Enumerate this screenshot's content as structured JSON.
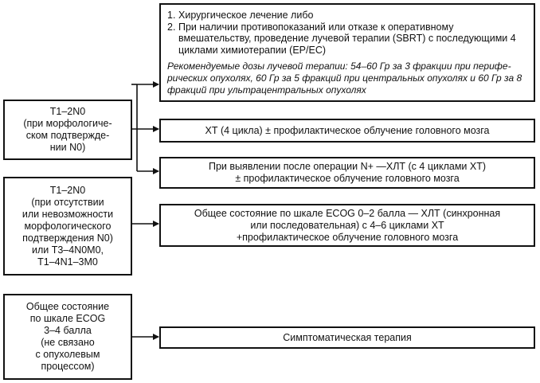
{
  "left_boxes": [
    {
      "id": "t1-2n0-confirmed",
      "lines": [
        "T1–2N0",
        "(при морфологиче-",
        "ском подтвержде-",
        "нии N0)"
      ]
    },
    {
      "id": "t1-2n0-unconfirmed",
      "lines": [
        "T1–2N0",
        "(при отсутствии",
        "или невозможности",
        "морфологического",
        "подтверждения N0)",
        "или T3–4N0M0,",
        "T1–4N1–3M0"
      ]
    },
    {
      "id": "ecog-3-4",
      "lines": [
        "Общее состояние",
        "по шкале ECOG",
        "3–4 балла",
        "(не связано",
        "с опухолевым",
        "процессом)"
      ]
    }
  ],
  "treatment_options": {
    "items": [
      {
        "num": "1.",
        "text": "Хирургическое лечение либо"
      },
      {
        "num": "2.",
        "text": "При наличии противопоказаний или отказе к оперативному вмешательству, проведение лучевой терапии (SBRT) с последующими 4 циклами химиотерапии (ЕР/ЕС)"
      }
    ],
    "note": "Рекомендуемые дозы лучевой терапии: 54–60 Гр за 3 фракции при перифе-рических опухолях, 60 Гр за 5 фракций при центральных опухолях и 60 Гр за 8 фракций при ультрацентральных опухолях"
  },
  "chemo_box": {
    "text": "ХТ (4 цикла) ± профилактическое облучение головного мозга"
  },
  "postop_box": {
    "lines": [
      "При выявлении после операции N+ —ХЛТ (с 4 циклами ХТ)",
      "± профилактическое облучение головного мозга"
    ]
  },
  "chemoradiation_box": {
    "lines": [
      "Общее состояние по шкале ECOG 0–2 балла — ХЛТ (синхронная",
      "или последовательная) с 4–6 циклами ХТ",
      "+профилактическое облучение головного мозга"
    ]
  },
  "symptomatic_box": {
    "text": "Симптоматическая терапия"
  }
}
